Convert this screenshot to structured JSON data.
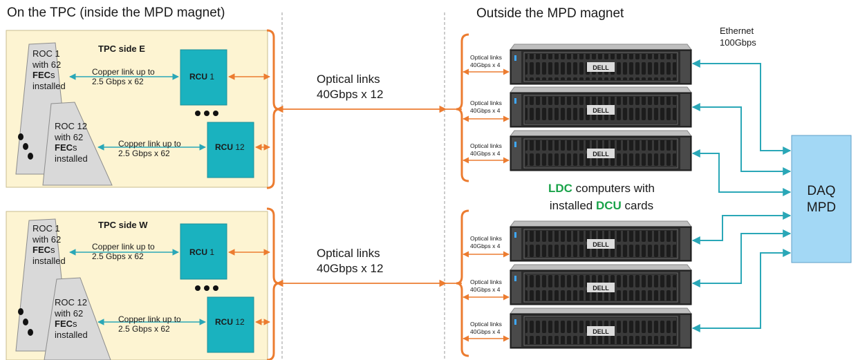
{
  "headings": {
    "left": "On the TPC (inside the MPD magnet)",
    "right": "Outside the MPD magnet"
  },
  "tpc_panels": [
    {
      "title": "TPC side E",
      "roc_first": {
        "line1": "ROC 1",
        "line2": "with 62",
        "fec": "FEC",
        "fec_suffix": "s",
        "line4": "installed"
      },
      "roc_last": {
        "line1": "ROC 12",
        "line2": "with 62",
        "fec": "FEC",
        "fec_suffix": "s",
        "line4": "installed"
      },
      "copper_first": {
        "line1": "Copper link up to",
        "line2": "2.5 Gbps x 62"
      },
      "copper_last": {
        "line1": "Copper link up to",
        "line2": "2.5 Gbps x 62"
      },
      "rcu_first": {
        "name": "RCU",
        "num": " 1"
      },
      "rcu_last": {
        "name": "RCU",
        "num": " 12"
      }
    },
    {
      "title": "TPC side W",
      "roc_first": {
        "line1": "ROC 1",
        "line2": "with 62",
        "fec": "FEC",
        "fec_suffix": "s",
        "line4": "installed"
      },
      "roc_last": {
        "line1": "ROC 12",
        "line2": "with 62",
        "fec": "FEC",
        "fec_suffix": "s",
        "line4": "installed"
      },
      "copper_first": {
        "line1": "Copper link up to",
        "line2": "2.5 Gbps x 62"
      },
      "copper_last": {
        "line1": "Copper link up to",
        "line2": "2.5 Gbps x 62"
      },
      "rcu_first": {
        "name": "RCU",
        "num": " 1"
      },
      "rcu_last": {
        "name": "RCU",
        "num": " 12"
      }
    }
  ],
  "optical_main": [
    {
      "line1": "Optical links",
      "line2": "40Gbps x 12"
    },
    {
      "line1": "Optical links",
      "line2": "40Gbps x 12"
    }
  ],
  "servers": [
    {
      "link1": "Optical links",
      "link2": "40Gbps x 4",
      "brand": "DELL"
    },
    {
      "link1": "Optical links",
      "link2": "40Gbps x 4",
      "brand": "DELL"
    },
    {
      "link1": "Optical links",
      "link2": "40Gbps x 4",
      "brand": "DELL"
    },
    {
      "link1": "Optical links",
      "link2": "40Gbps x 4",
      "brand": "DELL"
    },
    {
      "link1": "Optical links",
      "link2": "40Gbps x 4",
      "brand": "DELL"
    },
    {
      "link1": "Optical links",
      "link2": "40Gbps x 4",
      "brand": "DELL"
    }
  ],
  "ethernet": {
    "line1": "Ethernet",
    "line2": "100Gbps"
  },
  "ldc": {
    "ldc": "LDC",
    "mid": " computers with",
    "pre": "installed ",
    "dcu": "DCU",
    "post": " cards"
  },
  "daq": {
    "line1": "DAQ",
    "line2": "MPD"
  },
  "colors": {
    "panel_fill": "#fdf4d2",
    "panel_border": "#c9bc8f",
    "roc_fill": "#d9d9d9",
    "rcu_fill": "#1ab2bf",
    "orange": "#ec7c30",
    "teal": "#2aa7b7",
    "daq_fill": "#a3d8f5",
    "green_text": "#1aa34a"
  },
  "icons": {
    "server": "rack-server-icon",
    "ellipsis": "ellipsis-dots-icon"
  }
}
